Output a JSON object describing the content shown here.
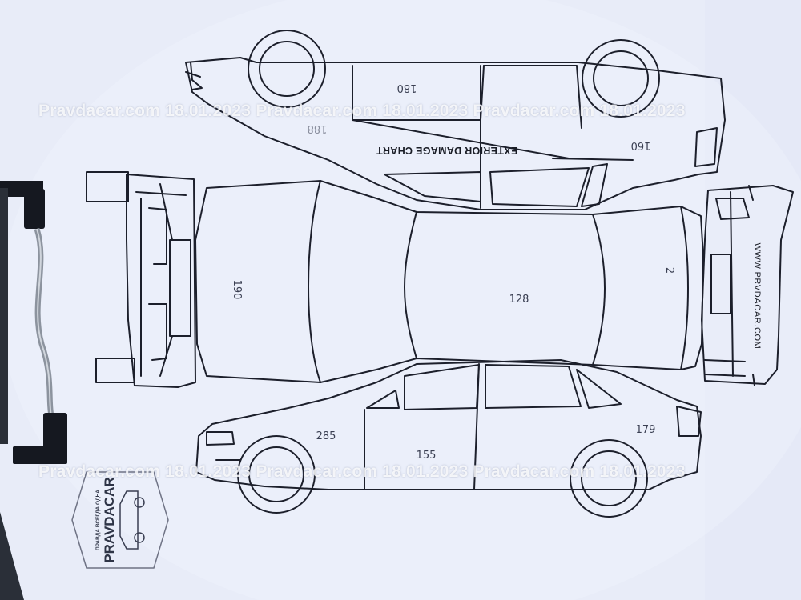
{
  "form": {
    "title": "EXTERIOR DAMAGE CHART",
    "side_url": "WWW.PRVDACAR.COM"
  },
  "handwritten_measurements": {
    "top_left": "180",
    "top_left_mirror": "188",
    "top_right": "160",
    "hood": "190",
    "roof": "128",
    "trunk_mark": "2",
    "front_fender": "285",
    "front_door": "155",
    "rear_quarter": "179"
  },
  "watermark": {
    "line": "Pravdacar.com 18.01.2023 Pravdacar.com 18.01.2023 Pravdacar.com 18.01.2023"
  },
  "stamp": {
    "brand": "PRAVDACAR",
    "slogan": "ПРАВДА ВСЕГДА ОДНА"
  },
  "colors": {
    "paper": "#e9edf8",
    "ink": "#1c1f2b",
    "background": "#2a2f38",
    "watermark": "#ffffff"
  }
}
